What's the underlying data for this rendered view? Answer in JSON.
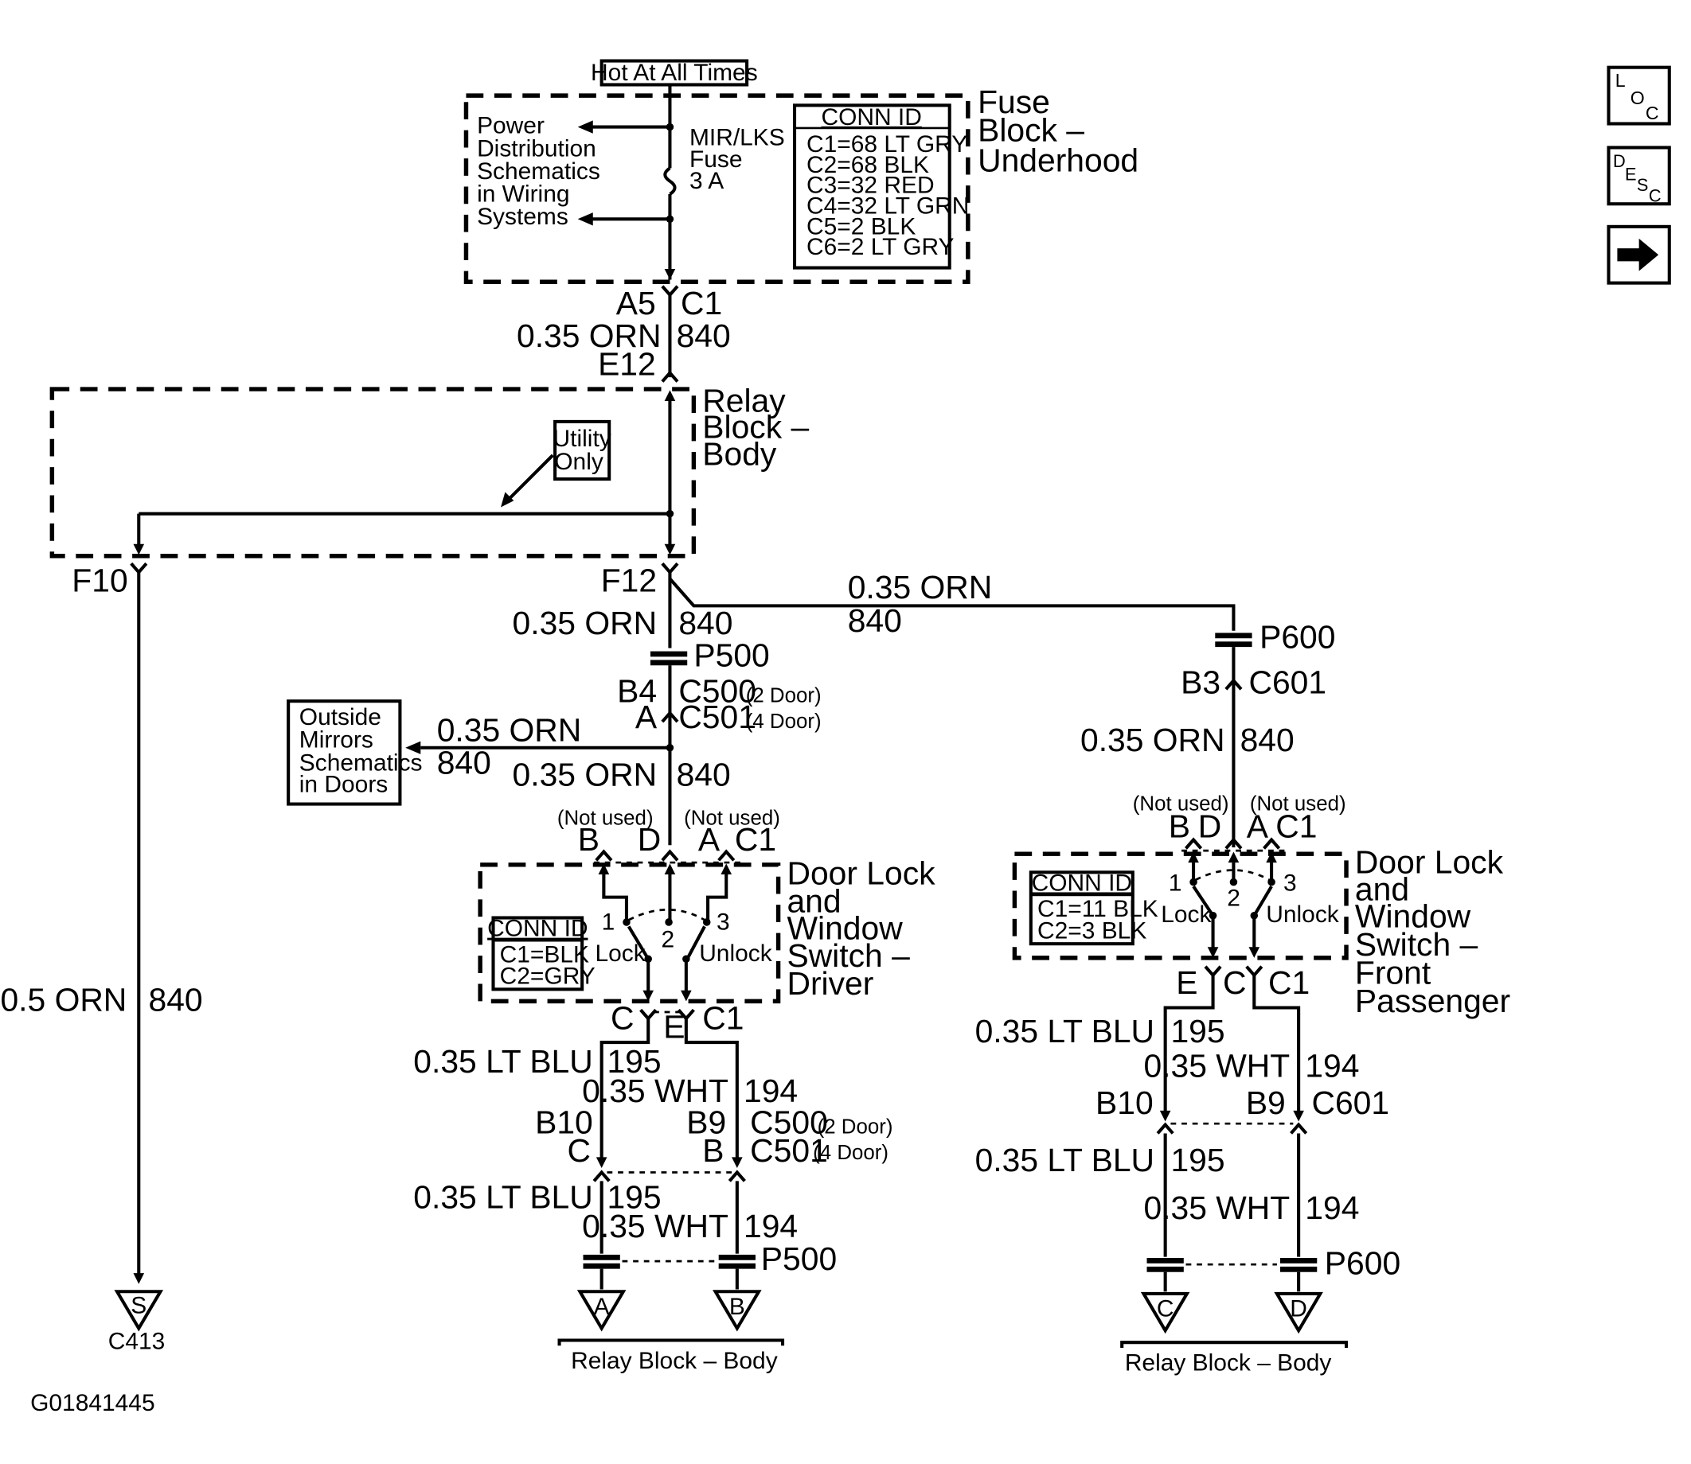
{
  "hot": "Hot At All Times",
  "fuse_block": {
    "title_1": "Fuse",
    "title_2": "Block –",
    "title_3": "Underhood",
    "fuse_1": "MIR/LKS",
    "fuse_2": "Fuse",
    "fuse_3": "3 A",
    "pds": [
      "Power",
      "Distribution",
      "Schematics",
      "in Wiring",
      "Systems"
    ],
    "conn_header": "CONN ID",
    "conn": [
      "C1=68 LT GRY",
      "C2=68 BLK",
      "C3=32 RED",
      "C4=32 LT GRN",
      "C5=2 BLK",
      "C6=2 LT GRY"
    ]
  },
  "relay_block": {
    "title_1": "Relay",
    "title_2": "Block –",
    "title_3": "Body",
    "utility_1": "Utility",
    "utility_2": "Only"
  },
  "pins": {
    "a5": "A5",
    "c1_top": "C1",
    "e12": "E12",
    "f10": "F10",
    "f12": "F12",
    "b4": "B4",
    "a": "A",
    "b3": "B3"
  },
  "wires": {
    "orn035": "0.35 ORN",
    "orn05": "0.5 ORN",
    "n840": "840",
    "ltblu": "0.35 LT BLU",
    "wht": "0.35 WHT",
    "n195": "195",
    "n194": "194"
  },
  "connectors": {
    "p500": "P500",
    "p600": "P600",
    "c500": "C500",
    "c501": "C501",
    "c601": "C601",
    "two_door": "(2 Door)",
    "four_door": "(4 Door)"
  },
  "mirrors": [
    "Outside",
    "Mirrors",
    "Schematics",
    "in Doors"
  ],
  "driver_switch": {
    "title": [
      "Door Lock",
      "and",
      "Window",
      "Switch –",
      "Driver"
    ],
    "not_used": "(Not used)",
    "pins": [
      "B",
      "D",
      "A",
      "C1"
    ],
    "contacts": [
      "1",
      "2",
      "3"
    ],
    "lock": "Lock",
    "unlock": "Unlock",
    "conn_header": "CONN ID",
    "conn": [
      "C1=BLK",
      "C2=GRY"
    ],
    "bottom_pins": [
      "C",
      "E",
      "C1"
    ],
    "b10": "B10",
    "c": "C",
    "b9": "B9",
    "b": "B"
  },
  "pass_switch": {
    "title": [
      "Door Lock",
      "and",
      "Window",
      "Switch –",
      "Front",
      "Passenger"
    ],
    "not_used": "(Not used)",
    "pins": [
      "B",
      "D",
      "A",
      "C1"
    ],
    "contacts": [
      "1",
      "2",
      "3"
    ],
    "lock": "Lock",
    "unlock": "Unlock",
    "conn_header": "CONN ID",
    "conn": [
      "C1=11 BLK",
      "C2=3 BLK"
    ],
    "bottom_pins": [
      "E",
      "C",
      "C1"
    ],
    "b10": "B10",
    "b9": "B9"
  },
  "grounds": {
    "s": "S",
    "c413": "C413",
    "a": "A",
    "b": "B",
    "c": "C",
    "d": "D",
    "relay_body": "Relay Block – Body"
  },
  "figure_id": "G01841445",
  "nav": {
    "loc": [
      "L",
      "O",
      "C"
    ],
    "desc": [
      "D",
      "E",
      "S",
      "C"
    ],
    "next_icon": "➜"
  }
}
